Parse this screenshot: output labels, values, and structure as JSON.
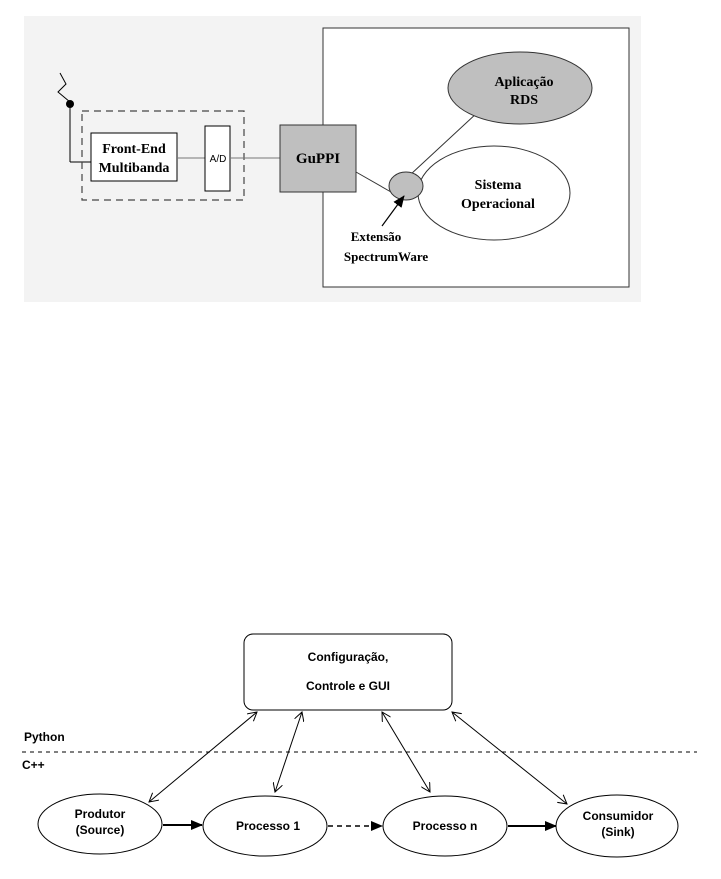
{
  "diagram1": {
    "front_end": {
      "line1": "Front-End",
      "line2": "Multibanda"
    },
    "ad_label": "A/D",
    "guppi_label": "GuPPI",
    "aplicacao": {
      "line1": "Aplicação",
      "line2": "RDS"
    },
    "sistema": {
      "line1": "Sistema",
      "line2": "Operacional"
    },
    "extensao": {
      "line1": "Extensão",
      "line2": "SpectrumWare"
    },
    "colors": {
      "gray_fill": "#bfbfbf",
      "panel_bg": "#f3f3f3"
    }
  },
  "diagram2": {
    "config": {
      "line1": "Configuração,",
      "line2": "Controle e GUI"
    },
    "python_label": "Python",
    "cpp_label": "C++",
    "produtor": {
      "line1": "Produtor",
      "line2": "(Source)"
    },
    "processo1": "Processo 1",
    "processon": "Processo n",
    "consumidor": {
      "line1": "Consumidor",
      "line2": "(Sink)"
    }
  }
}
